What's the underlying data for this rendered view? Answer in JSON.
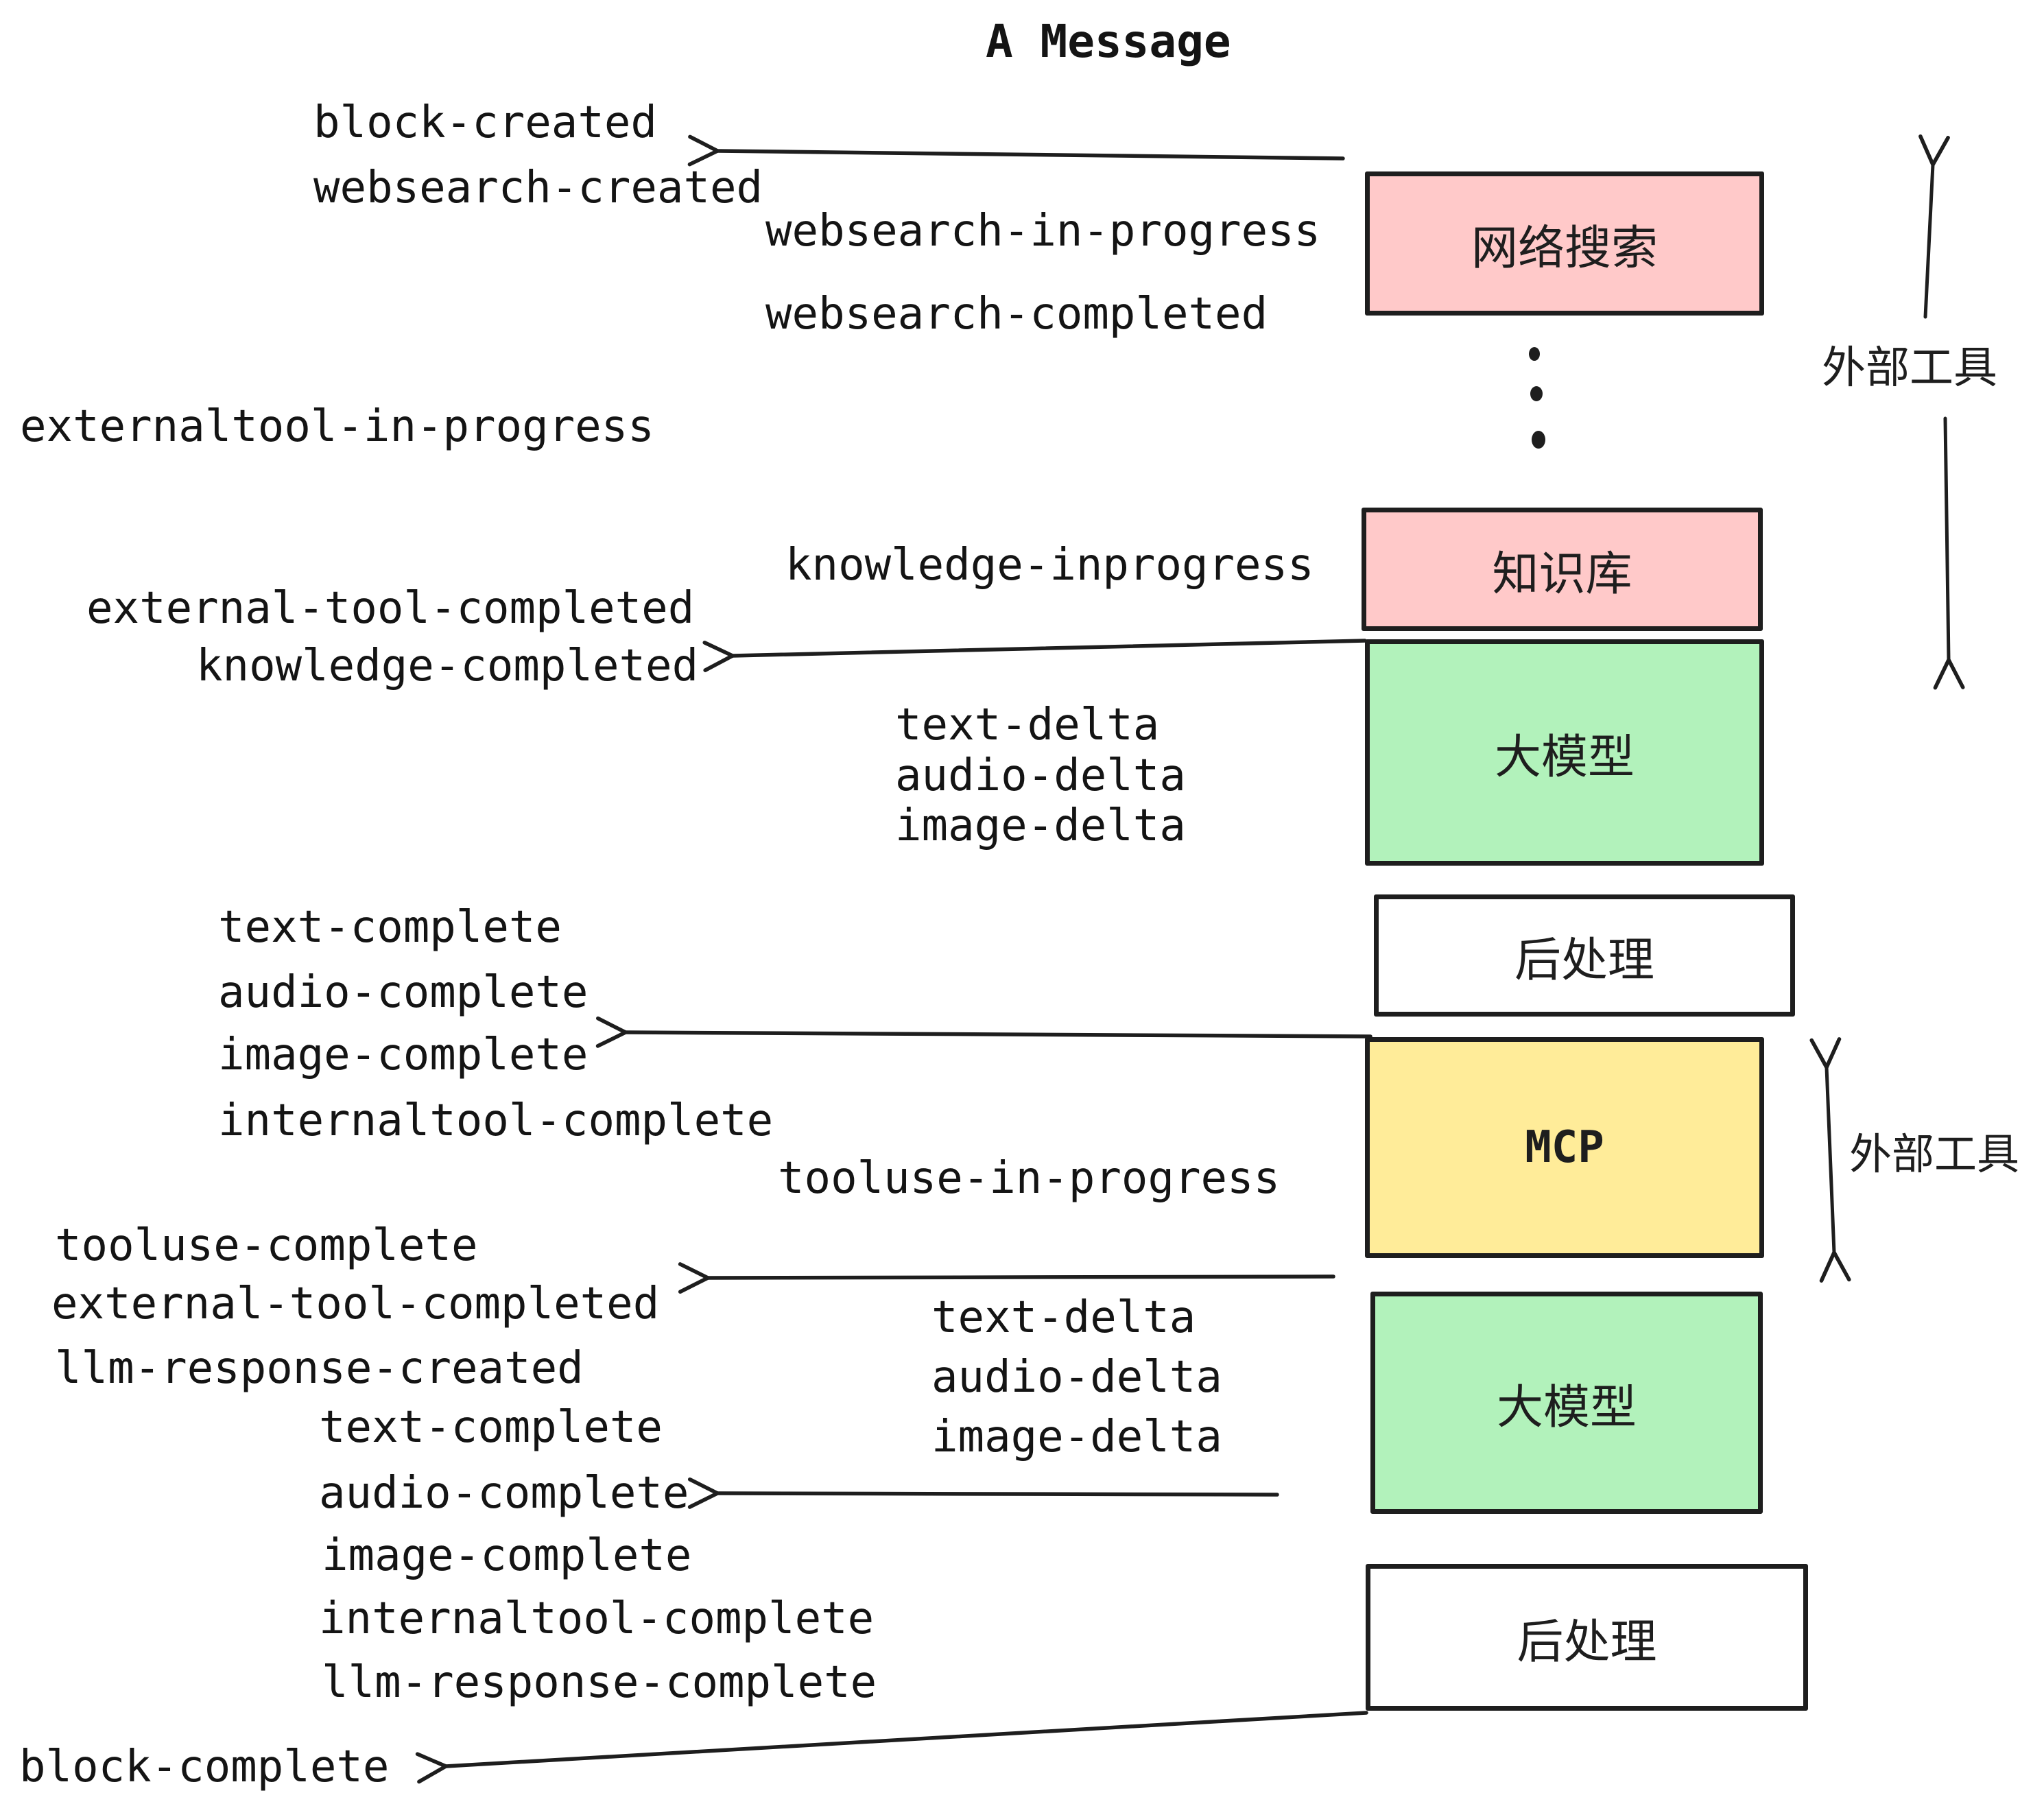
{
  "title": "A Message",
  "colors": {
    "background": "#ffffff",
    "stroke": "#1e1e1e",
    "pink_box": "#ffc9c9",
    "green_box": "#b2f2bb",
    "yellow_box": "#ffec99",
    "white_box": "#ffffff",
    "text": "#141414"
  },
  "boxes": [
    {
      "id": "websearch",
      "label": "网络搜索",
      "fill": "pink"
    },
    {
      "id": "knowledge",
      "label": "知识库",
      "fill": "pink"
    },
    {
      "id": "llm-1",
      "label": "大模型",
      "fill": "green"
    },
    {
      "id": "post-1",
      "label": "后处理",
      "fill": "white"
    },
    {
      "id": "mcp",
      "label": "MCP",
      "fill": "yellow"
    },
    {
      "id": "llm-2",
      "label": "大模型",
      "fill": "green"
    },
    {
      "id": "post-2",
      "label": "后处理",
      "fill": "white"
    }
  ],
  "side_labels": [
    {
      "id": "external-tools-top",
      "text": "外部工具"
    },
    {
      "id": "external-tools-mcp",
      "text": "外部工具"
    }
  ],
  "events": [
    {
      "text": "block-created"
    },
    {
      "text": "websearch-created"
    },
    {
      "text": "websearch-in-progress"
    },
    {
      "text": "websearch-completed"
    },
    {
      "text": "externaltool-in-progress"
    },
    {
      "text": "knowledge-inprogress"
    },
    {
      "text": "external-tool-completed"
    },
    {
      "text": "knowledge-completed"
    },
    {
      "text": "text-delta"
    },
    {
      "text": "audio-delta"
    },
    {
      "text": "image-delta"
    },
    {
      "text": "text-complete"
    },
    {
      "text": "audio-complete"
    },
    {
      "text": "image-complete"
    },
    {
      "text": "internaltool-complete"
    },
    {
      "text": "tooluse-in-progress"
    },
    {
      "text": "tooluse-complete"
    },
    {
      "text": "external-tool-completed"
    },
    {
      "text": "llm-response-created"
    },
    {
      "text": "text-complete"
    },
    {
      "text": "text-delta"
    },
    {
      "text": "audio-delta"
    },
    {
      "text": "image-delta"
    },
    {
      "text": "audio-complete"
    },
    {
      "text": "image-complete"
    },
    {
      "text": "internaltool-complete"
    },
    {
      "text": "llm-response-complete"
    },
    {
      "text": "block-complete"
    }
  ]
}
